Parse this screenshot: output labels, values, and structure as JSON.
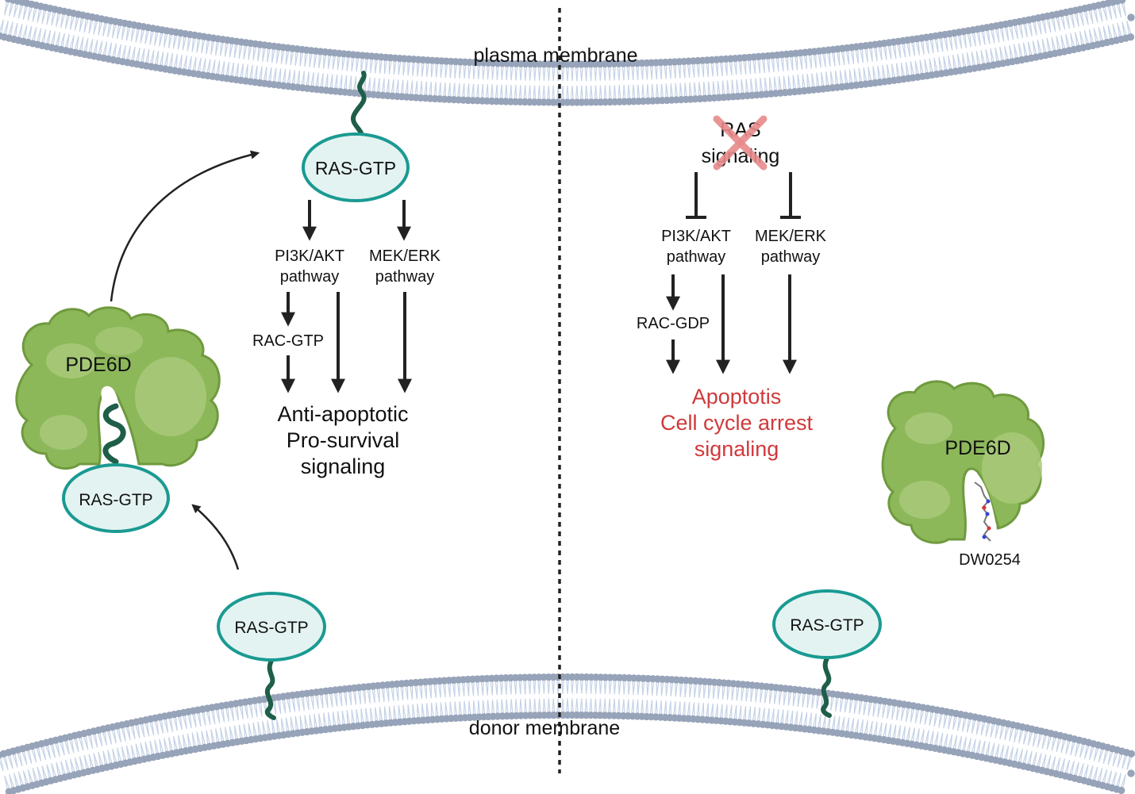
{
  "membranes": {
    "plasma": "plasma membrane",
    "donor": "donor membrane"
  },
  "left_panel": {
    "ras_membrane": "RAS-GTP",
    "pathway_1": [
      "PI3K/AKT",
      "pathway"
    ],
    "pathway_2": [
      "MEK/ERK",
      "pathway"
    ],
    "intermediate": "RAC-GTP",
    "outcome": [
      "Anti-apoptotic",
      "Pro-survival",
      "signaling"
    ],
    "pde6d_label": "PDE6D",
    "pde6d_cargo": "RAS-GTP",
    "ras_donor": "RAS-GTP"
  },
  "right_panel": {
    "blocked": [
      "RAS",
      "signaling"
    ],
    "pathway_1": [
      "PI3K/AKT",
      "pathway"
    ],
    "pathway_2": [
      "MEK/ERK",
      "pathway"
    ],
    "intermediate": "RAC-GDP",
    "outcome": [
      "Apoptotis",
      "Cell cycle arrest",
      "signaling"
    ],
    "pde6d_label": "PDE6D",
    "inhibitor": "DW0254",
    "ras_donor": "RAS-GTP"
  },
  "colors": {
    "lipid_head": "#97a3b8",
    "lipid_tail": "#c5d2e6",
    "ras_fill": "#e3f3f1",
    "ras_stroke": "#1a9a92",
    "anchor": "#1f5e48",
    "protein_dark": "#8db85a",
    "protein_light": "#a9c97a",
    "protein_stroke": "#6f9a3e",
    "outcome_red": "#d0393a",
    "cross_red": "#e88a8a"
  }
}
